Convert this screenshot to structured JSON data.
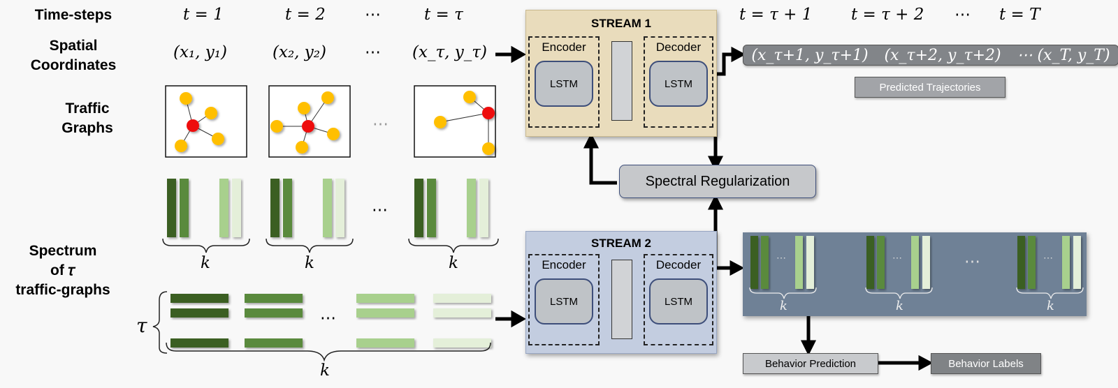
{
  "row_labels": {
    "time_steps": "Time-steps",
    "spatial_1": "Spatial",
    "spatial_2": "Coordinates",
    "traffic_1": "Traffic",
    "traffic_2": "Graphs",
    "spectrum_1": "Spectrum",
    "spectrum_2": "of 𝜏",
    "spectrum_3": "traffic-graphs"
  },
  "time_labels": [
    "t = 1",
    "t = 2",
    "⋯",
    "t = τ"
  ],
  "coord_labels": [
    "(x₁, y₁)",
    "(x₂, y₂)",
    "⋯",
    "(x_τ, y_τ)"
  ],
  "future_time_labels": [
    "t = τ + 1",
    "t = τ + 2",
    "⋯",
    "t = T"
  ],
  "predicted_coords": [
    "(x_τ+1, y_τ+1)",
    "(x_τ+2, y_τ+2)",
    "⋯ (x_T, y_T)"
  ],
  "dots": "⋯",
  "k_label": "k",
  "tau_label": "τ",
  "stream1": {
    "title": "STREAM 1",
    "encoder": "Encoder",
    "decoder": "Decoder",
    "lstm": "LSTM"
  },
  "stream2": {
    "title": "STREAM 2",
    "encoder": "Encoder",
    "decoder": "Decoder",
    "lstm": "LSTM"
  },
  "predicted_trajectories": "Predicted Trajectories",
  "spectral_regularization": "Spectral Regularization",
  "behavior_prediction": "Behavior Prediction",
  "behavior_labels": "Behavior Labels",
  "colors": {
    "stream1_bg": "#e9dcbc",
    "stream2_bg": "#c3cde0",
    "output_panel": "#6f8196",
    "node_center": "#ee1111",
    "node_outer": "#ffbf00",
    "green_dark": "#3b5e24",
    "green_mid": "#5a8a3c",
    "green_light": "#a8d08d",
    "green_pale": "#e4efd9"
  }
}
